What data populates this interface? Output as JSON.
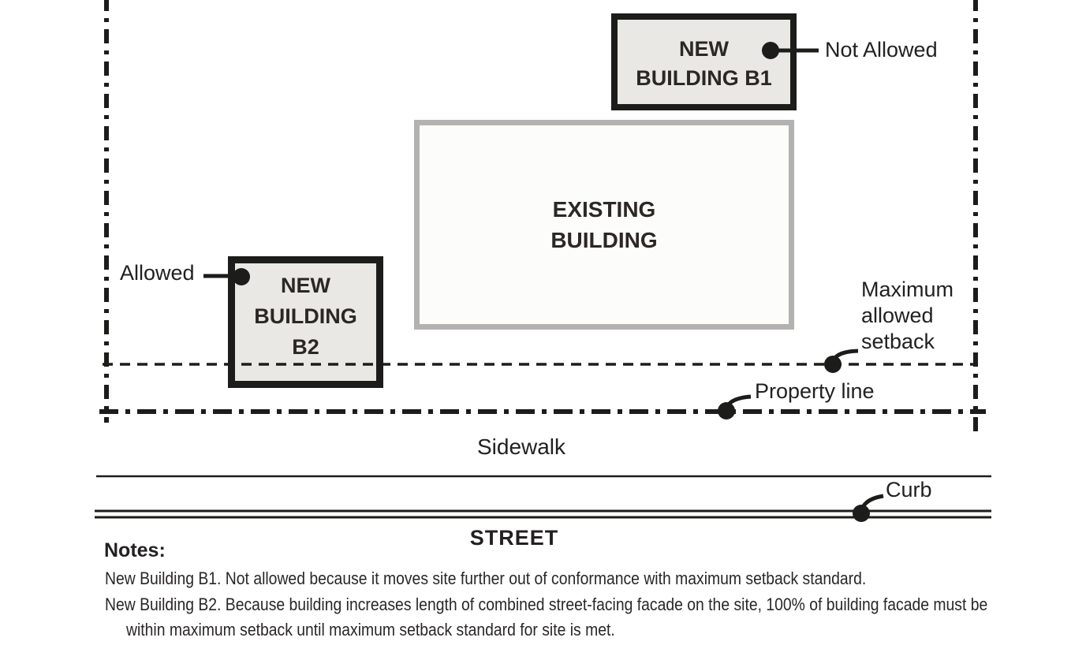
{
  "diagram": {
    "buildings": {
      "b1": {
        "lines": [
          "NEW",
          "BUILDING B1"
        ]
      },
      "existing": {
        "lines": [
          "EXISTING",
          "BUILDING"
        ]
      },
      "b2": {
        "lines": [
          "NEW",
          "BUILDING",
          "B2"
        ]
      }
    },
    "labels": {
      "not_allowed": "Not Allowed",
      "allowed": "Allowed",
      "max_setback": [
        "Maximum",
        "allowed",
        "setback"
      ],
      "property_line": "Property line",
      "sidewalk": "Sidewalk",
      "curb": "Curb",
      "street": "STREET"
    },
    "colors": {
      "new_building_fill": "#e9e8e5",
      "new_building_border": "#1c1c1a",
      "existing_building_fill": "#fcfcfa",
      "existing_building_border": "#b3b2b0",
      "line_color": "#1c1c1a",
      "text_color": "#232020"
    }
  },
  "notes": {
    "heading": "Notes:",
    "lines": [
      {
        "text": "New Building B1. Not allowed because it moves site further out of conformance with maximum setback standard."
      },
      {
        "text": "New Building B2. Because building increases length of combined street-facing facade on the site, 100% of building facade must be"
      },
      {
        "text": "within maximum setback until maximum setback standard for site is met."
      }
    ]
  }
}
